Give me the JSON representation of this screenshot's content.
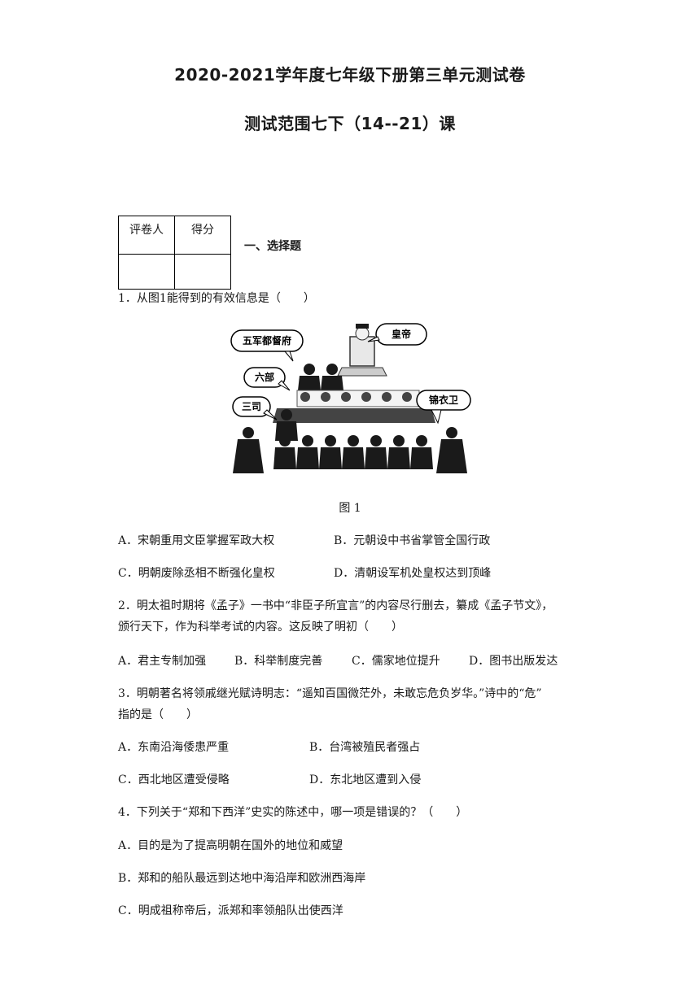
{
  "header": {
    "title": "2020-2021学年度七年级下册第三单元测试卷",
    "subtitle": "测试范围七下（14--21）课"
  },
  "score_table": {
    "col1": "评卷人",
    "col2": "得分"
  },
  "section_title": "一、选择题",
  "q1": {
    "stem": "1．从图1能得到的有效信息是（　　）",
    "figure_labels": {
      "emperor": "皇帝",
      "wujun": "五军都督府",
      "liubu": "六部",
      "sansi": "三司",
      "jinyiwei": "锦衣卫"
    },
    "caption": "图 1",
    "options": [
      "A．宋朝重用文臣掌握军政大权",
      "B．元朝设中书省掌管全国行政",
      "C．明朝废除丞相不断强化皇权",
      "D．清朝设军机处皇权达到顶峰"
    ]
  },
  "q2": {
    "line1": "2．明太祖时期将《孟子》一书中“非臣子所宜言”的内容尽行删去，纂成《孟子节文》，",
    "line2": "颁行天下，作为科举考试的内容。这反映了明初（　　）",
    "options": [
      "A．君主专制加强",
      "B．科举制度完善",
      "C．儒家地位提升",
      "D．图书出版发达"
    ]
  },
  "q3": {
    "line1": "3．明朝著名将领戚继光赋诗明志：“遥知百国微茫外，未敢忘危负岁华。”诗中的“危”",
    "line2": "指的是（　　）",
    "options": [
      "A．东南沿海倭患严重",
      "B．台湾被殖民者强占",
      "C．西北地区遭受侵略",
      "D．东北地区遭到入侵"
    ]
  },
  "q4": {
    "stem": "4．下列关于“郑和下西洋”史实的陈述中，哪一项是错误的？（　　）",
    "options": [
      "A．目的是为了提高明朝在国外的地位和威望",
      "B．郑和的船队最远到达地中海沿岸和欧洲西海岸",
      "C．明成祖称帝后，派郑和率领船队出使西洋"
    ]
  }
}
